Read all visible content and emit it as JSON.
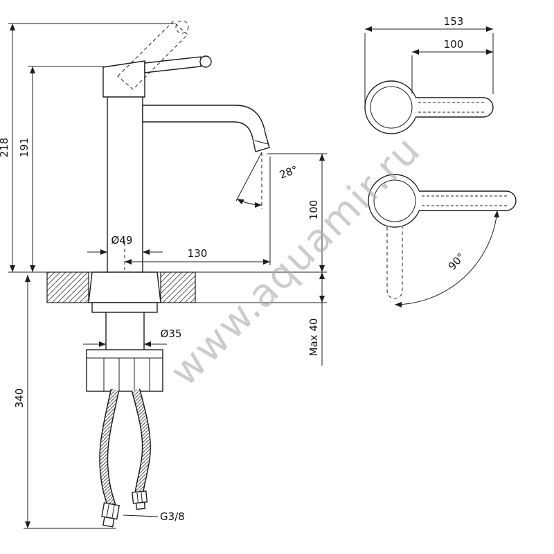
{
  "watermark": "www.aquamir.ru",
  "side_view": {
    "overall_height": "218",
    "body_height": "191",
    "hose_length": "340",
    "body_diameter": "Ø49",
    "spout_reach": "130",
    "stream_angle": "28°",
    "outlet_height": "100",
    "shank_diameter": "Ø35",
    "max_deck_thickness": "Max 40",
    "hose_thread": "G3/8"
  },
  "top_view": {
    "overall_length": "153",
    "handle_length": "100",
    "handle_swivel": "90°"
  }
}
